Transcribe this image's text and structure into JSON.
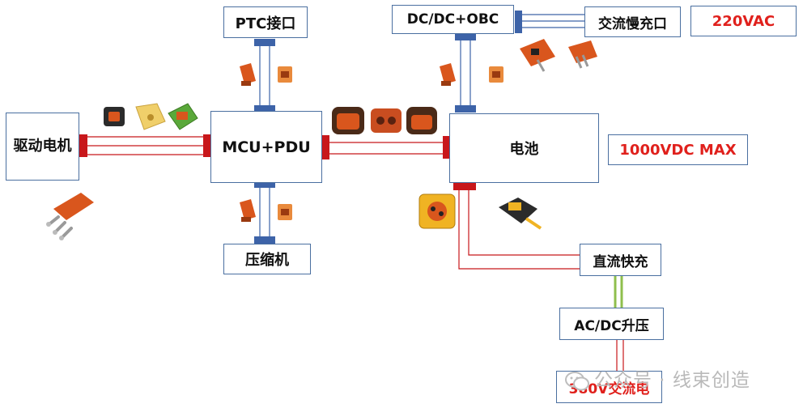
{
  "nodes": {
    "motor": "驱动电机",
    "mcu": "MCU+PDU",
    "ptc": "PTC接口",
    "compressor": "压缩机",
    "obc": "DC/DC+OBC",
    "ac_slow": "交流慢充口",
    "battery": "电池",
    "dc_fast": "直流快充",
    "boost": "AC/DC升压",
    "ac380": "380V交流电"
  },
  "ratings": {
    "ac220": "220VAC",
    "dc1000": "1000VDC MAX"
  },
  "watermark": "公众号 · 线束创造",
  "colors": {
    "box_border": "#4a6fa0",
    "blue_line": "#3d63a8",
    "red_line": "#c8171b",
    "green_line": "#8fbf4d",
    "connector_orange": "#d9561d",
    "connector_yellow": "#f0b323"
  }
}
